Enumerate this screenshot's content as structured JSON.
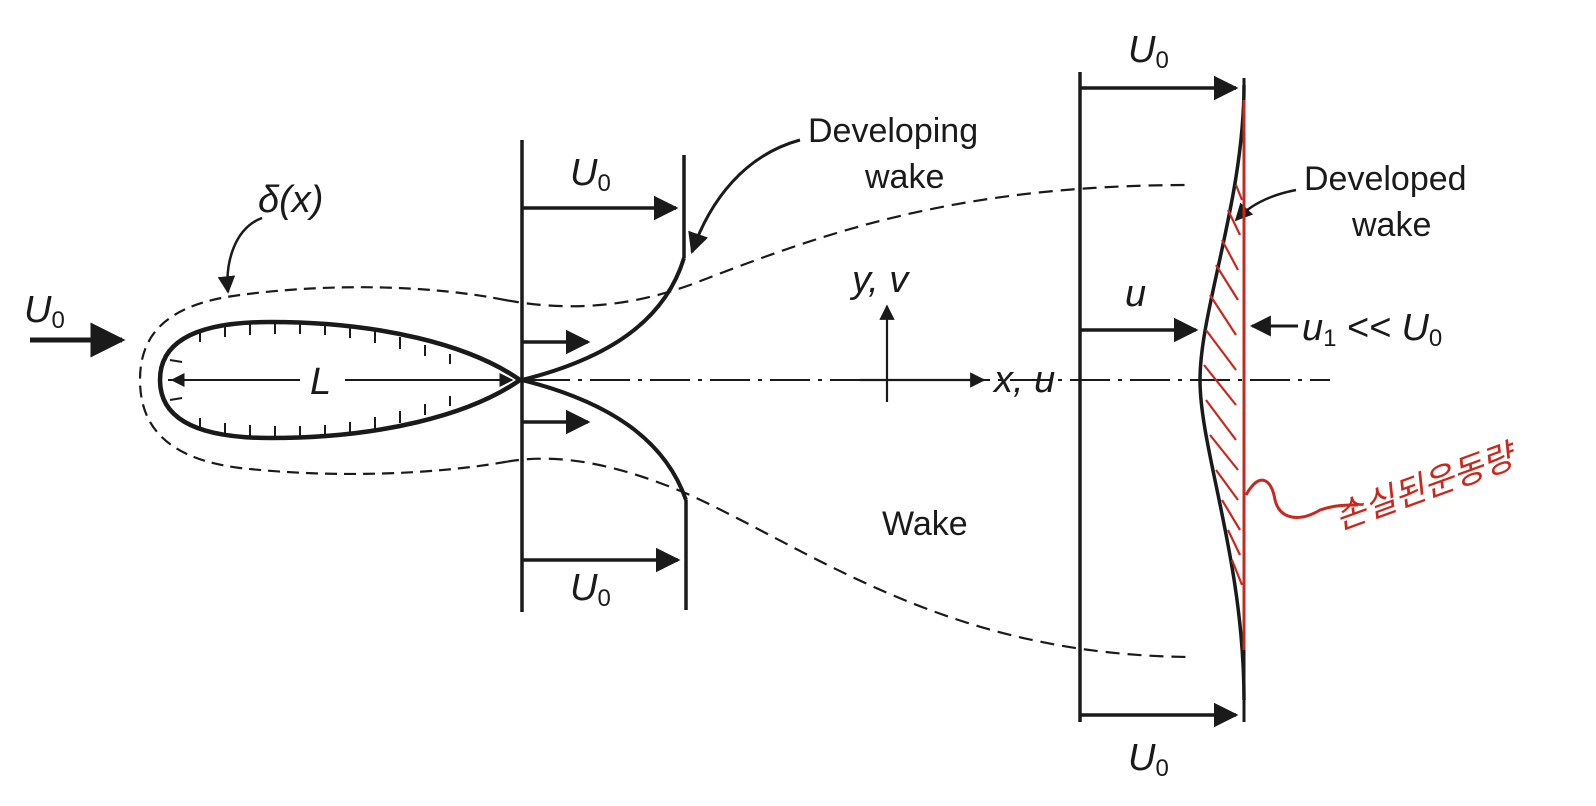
{
  "labels": {
    "u0_inlet": "U",
    "u0_sub": "0",
    "delta": "δ(x)",
    "length": "L",
    "developing_line1": "Developing",
    "developing_line2": "wake",
    "u0_mid_top": "U",
    "u0_mid_bottom": "U",
    "y_axis": "y, v",
    "x_axis": "x, u",
    "wake": "Wake",
    "u0_right_top": "U",
    "u0_right_bottom": "U",
    "developed_line1": "Developed",
    "developed_line2": "wake",
    "u_local": "u",
    "u1": "u",
    "u1_sub": "1",
    "u1_cmp": "<< U",
    "handwritten_note": "손실된운동량"
  },
  "colors": {
    "ink": "#1a1a1a",
    "annotation": "#c8281e"
  }
}
